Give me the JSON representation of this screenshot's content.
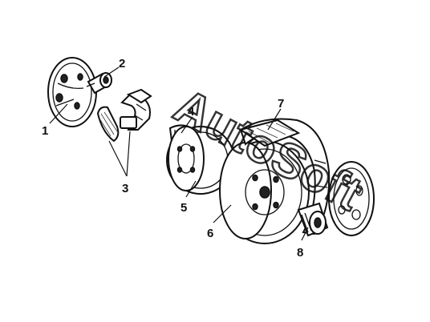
{
  "diagram": {
    "callouts": [
      {
        "id": "1",
        "label": "1"
      },
      {
        "id": "2",
        "label": "2"
      },
      {
        "id": "3",
        "label": "3"
      },
      {
        "id": "4",
        "label": "4"
      },
      {
        "id": "5",
        "label": "5"
      },
      {
        "id": "6",
        "label": "6"
      },
      {
        "id": "7",
        "label": "7"
      },
      {
        "id": "8",
        "label": "8"
      }
    ],
    "watermark": "AutoSoft"
  }
}
